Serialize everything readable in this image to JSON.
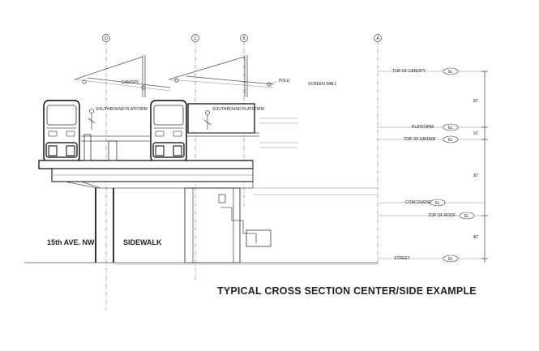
{
  "title": "TYPICAL CROSS SECTION CENTER/SIDE EXAMPLE",
  "grid_markers": [
    "D",
    "C",
    "B",
    "A"
  ],
  "labels": {
    "street": "15th AVE. NW",
    "sidewalk": "SIDEWALK",
    "platform_left": "SOUTHBOUND PLATFORM",
    "platform_right": "SOUTHBOUND PLATFORM"
  },
  "elevations": [
    {
      "text": "TOP OF CANOPY",
      "tag": "EL"
    },
    {
      "text": "PLATFORM",
      "tag": "EL"
    },
    {
      "text": "TOP OF GIRDER",
      "tag": "EL"
    },
    {
      "text": "CONCOURSE",
      "tag": "EL"
    },
    {
      "text": "TOP OF ROOF",
      "tag": "EL"
    },
    {
      "text": "STREET",
      "tag": "EL"
    }
  ],
  "annotations": {
    "canopy": "CANOPY",
    "pole": "POLE",
    "screen": "SCREEN WALL"
  },
  "dimensions": [
    "20'",
    "16'",
    "30'",
    "40'"
  ]
}
